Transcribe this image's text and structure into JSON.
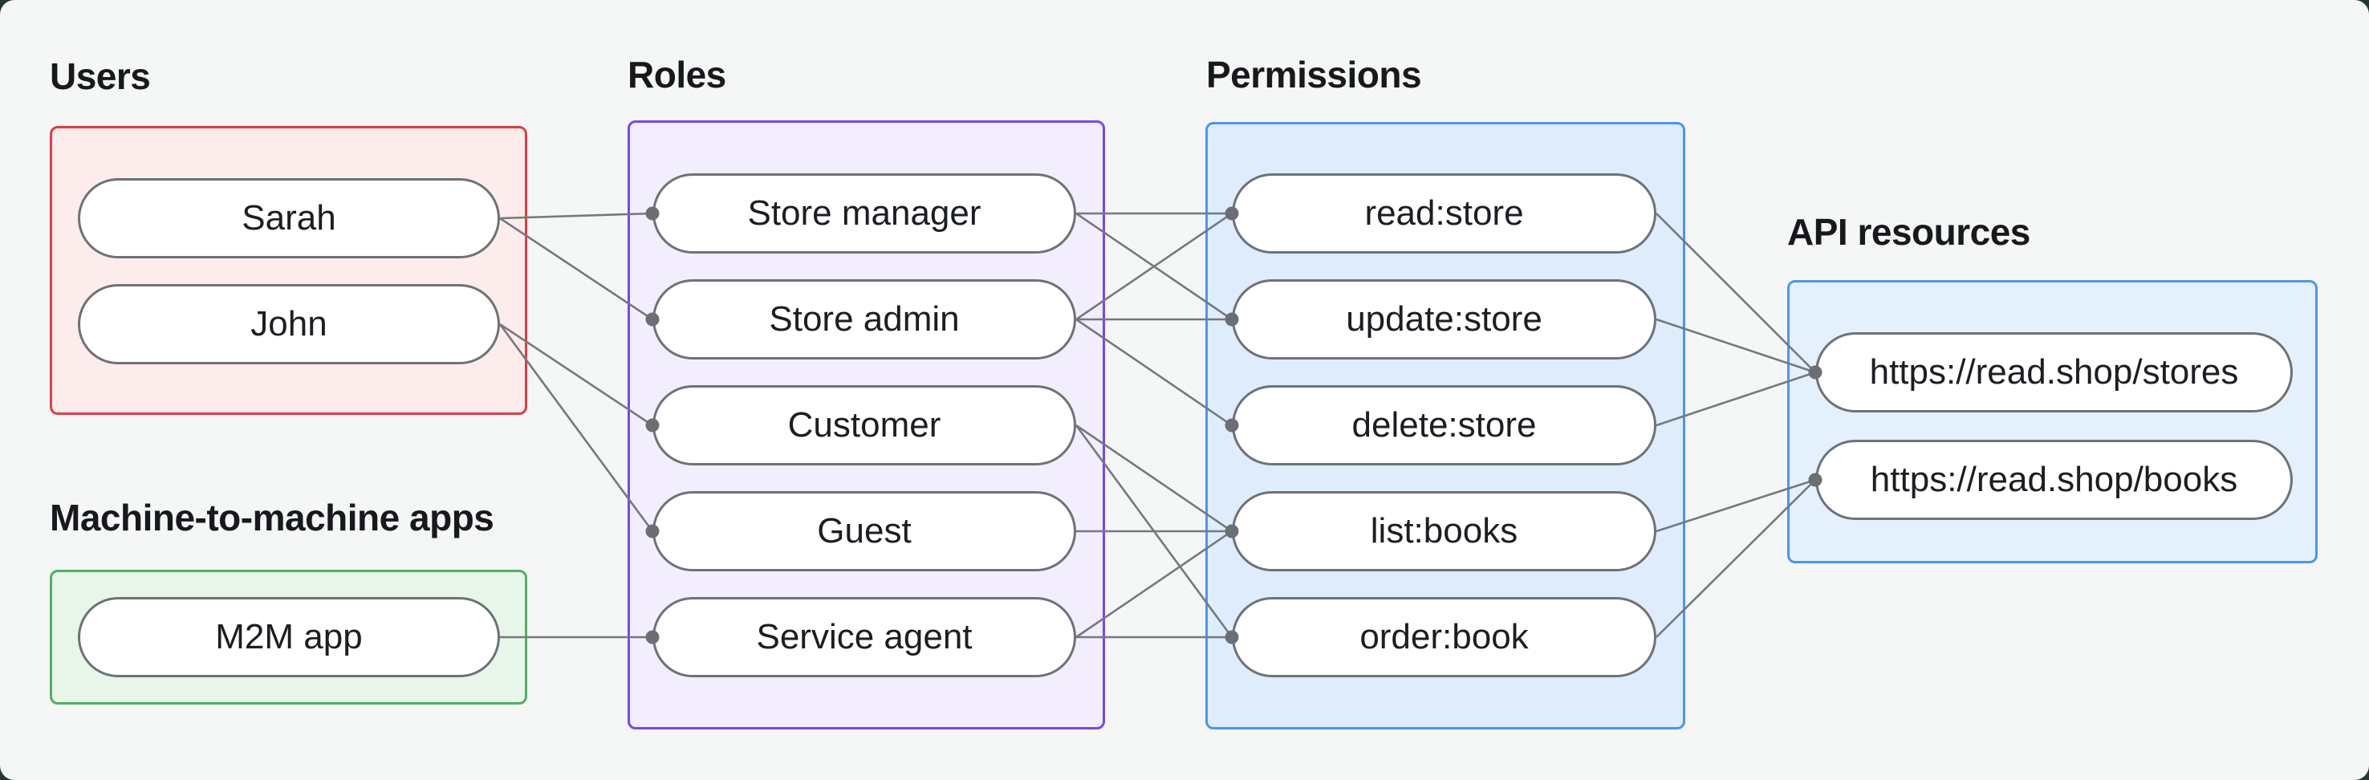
{
  "page": {
    "background_color": "#24392d",
    "canvas_color": "#f5f6f6",
    "text_color": "#17191c"
  },
  "style": {
    "line_color": "#75797d",
    "dot_color": "#6b6f73",
    "node_border_color": "#6e7276",
    "node_fill_color": "#ffffff"
  },
  "groups": {
    "users": {
      "title": "Users",
      "border_color": "#e23c41",
      "fill_color": "#fdecec",
      "nodes": [
        {
          "id": "sarah",
          "label": "Sarah"
        },
        {
          "id": "john",
          "label": "John"
        }
      ]
    },
    "m2m": {
      "title": "Machine-to-machine apps",
      "border_color": "#4fb163",
      "fill_color": "#e8f5e9",
      "nodes": [
        {
          "id": "m2m-app",
          "label": "M2M app"
        }
      ]
    },
    "roles": {
      "title": "Roles",
      "border_color": "#7b45f6",
      "fill_color": "#f3eefd",
      "nodes": [
        {
          "id": "store-manager",
          "label": "Store manager"
        },
        {
          "id": "store-admin",
          "label": "Store admin"
        },
        {
          "id": "customer",
          "label": "Customer"
        },
        {
          "id": "guest",
          "label": "Guest"
        },
        {
          "id": "service-agent",
          "label": "Service agent"
        }
      ]
    },
    "permissions": {
      "title": "Permissions",
      "border_color": "#4b95f5",
      "fill_color": "#deecfb",
      "nodes": [
        {
          "id": "read-store",
          "label": "read:store"
        },
        {
          "id": "update-store",
          "label": "update:store"
        },
        {
          "id": "delete-store",
          "label": "delete:store"
        },
        {
          "id": "list-books",
          "label": "list:books"
        },
        {
          "id": "order-book",
          "label": "order:book"
        }
      ]
    },
    "api": {
      "title": "API resources",
      "border_color": "#4b95f5",
      "fill_color": "#e4f1fd",
      "nodes": [
        {
          "id": "res-stores",
          "label": "https://read.shop/stores"
        },
        {
          "id": "res-books",
          "label": "https://read.shop/books"
        }
      ]
    }
  },
  "edges": [
    [
      "sarah",
      "store-manager"
    ],
    [
      "sarah",
      "store-admin"
    ],
    [
      "john",
      "customer"
    ],
    [
      "john",
      "guest"
    ],
    [
      "m2m-app",
      "service-agent"
    ],
    [
      "store-manager",
      "read-store"
    ],
    [
      "store-manager",
      "update-store"
    ],
    [
      "store-admin",
      "read-store"
    ],
    [
      "store-admin",
      "update-store"
    ],
    [
      "store-admin",
      "delete-store"
    ],
    [
      "customer",
      "list-books"
    ],
    [
      "customer",
      "order-book"
    ],
    [
      "guest",
      "list-books"
    ],
    [
      "service-agent",
      "list-books"
    ],
    [
      "service-agent",
      "order-book"
    ],
    [
      "read-store",
      "res-stores"
    ],
    [
      "update-store",
      "res-stores"
    ],
    [
      "delete-store",
      "res-stores"
    ],
    [
      "list-books",
      "res-books"
    ],
    [
      "order-book",
      "res-books"
    ]
  ]
}
